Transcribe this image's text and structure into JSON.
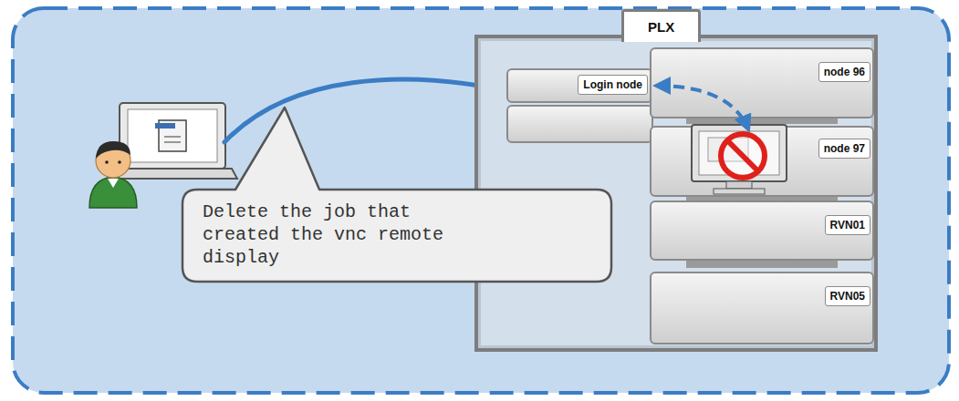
{
  "diagram": {
    "nodes": [
      {
        "text": [
          "PLX"
        ]
      },
      {
        "text": [
          "Login node"
        ],
        "in": 0
      },
      {
        "text": [
          "node 96"
        ],
        "in": 0
      },
      {
        "text": [
          "node 97"
        ],
        "in": 0
      },
      {
        "text": [
          "RVN01"
        ],
        "in": 0
      },
      {
        "text": [
          "RVN05"
        ],
        "in": 0
      },
      {
        "text": [
          "Delete the job that created the vnc remote display"
        ]
      }
    ],
    "edges": [
      {
        "from": 1,
        "to": 3,
        "arrow": "both"
      }
    ]
  }
}
